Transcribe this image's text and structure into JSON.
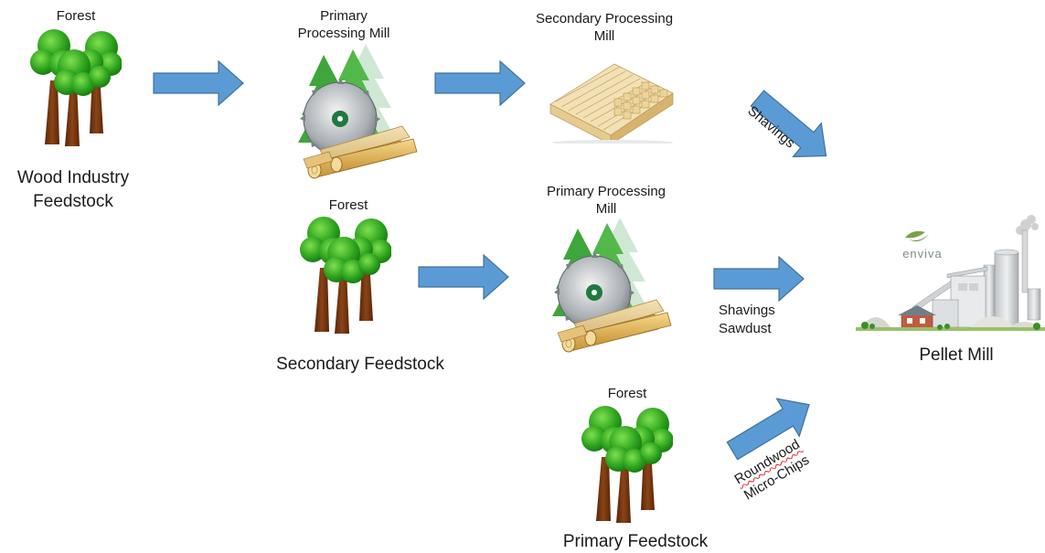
{
  "colors": {
    "arrow_fill": "#5b9bd5",
    "arrow_stroke": "#41719c",
    "trunk": "#7b3a12",
    "foliage": "#2e9e1e",
    "foliage_light": "#56c83a",
    "brand": "#7aa24a"
  },
  "nodes": {
    "forest1_label": "Forest",
    "wood_industry": "Wood Industry Feedstock",
    "primary_mill1_label": "Primary Processing Mill",
    "secondary_mill_label": "Secondary Processing Mill",
    "forest2_label": "Forest",
    "secondary_feedstock": "Secondary Feedstock",
    "primary_mill2_label": "Primary Processing Mill",
    "forest3_label": "Forest",
    "primary_feedstock": "Primary Feedstock",
    "pellet_mill": "Pellet Mill",
    "enviva_logo": "enviva"
  },
  "edges": {
    "shavings": "Shavings",
    "shavings_sawdust_1": "Shavings",
    "shavings_sawdust_2": "Sawdust",
    "roundwood": "Roundwood",
    "microchips": "Micro-Chips"
  },
  "icons": [
    "tree-icon",
    "sawmill-icon",
    "lumber-icon",
    "pellet-plant-icon",
    "arrow-icon"
  ]
}
